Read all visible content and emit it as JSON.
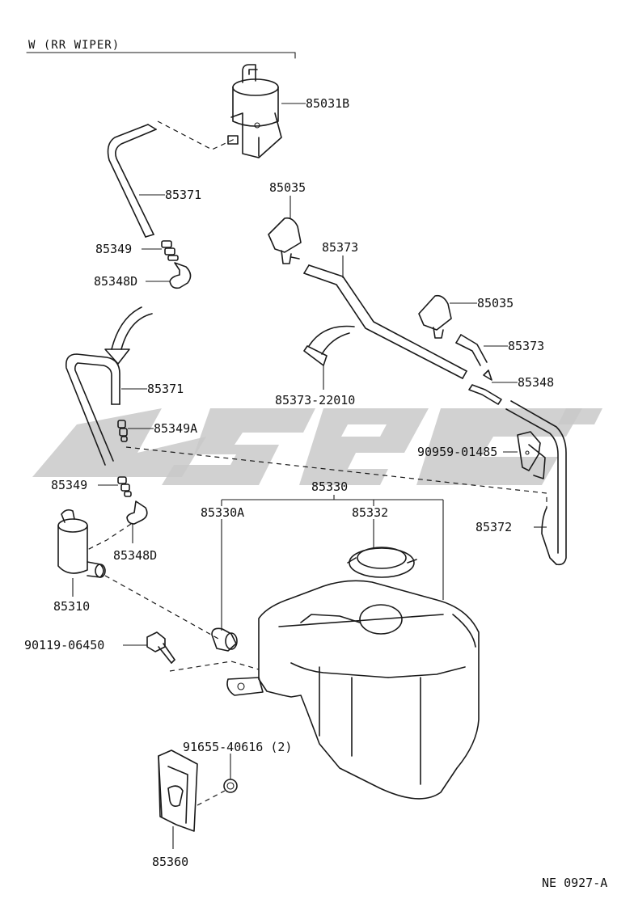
{
  "header": {
    "text": "W (RR WIPER)"
  },
  "footer": {
    "ref": "NE 0927-A"
  },
  "callouts": {
    "p85031B": "85031B",
    "p85371a": "85371",
    "p85349a": "85349",
    "p85348Da": "85348D",
    "p85035a": "85035",
    "p85373a": "85373",
    "p85035b": "85035",
    "p85373b": "85373",
    "p85348": "85348",
    "p8537322010": "85373-22010",
    "p85371b": "85371",
    "p85349A": "85349A",
    "p9095901485": "90959-01485",
    "p85349b": "85349",
    "p85330": "85330",
    "p85330A": "85330A",
    "p85332": "85332",
    "p85372": "85372",
    "p85348Db": "85348D",
    "p85310": "85310",
    "p9011906450": "90119-06450",
    "p9165540616": "91655-40616 (2)",
    "p85360": "85360"
  },
  "watermark": {
    "color": "#c9c9c9"
  }
}
